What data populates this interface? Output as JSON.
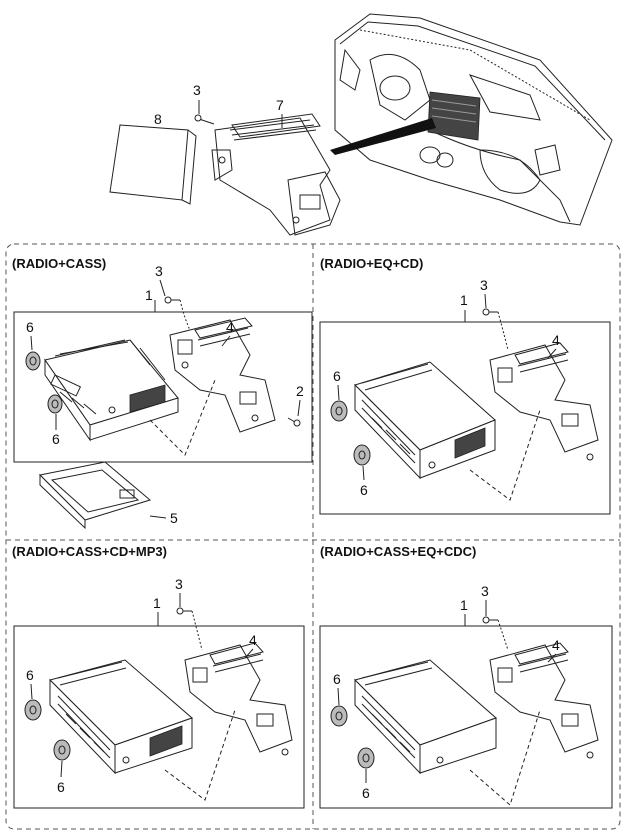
{
  "top": {
    "callouts": [
      "3",
      "7",
      "8"
    ]
  },
  "panels": [
    {
      "title": "(RADIO+CASS)",
      "callouts": [
        "1",
        "3",
        "4",
        "2",
        "6",
        "6",
        "5"
      ]
    },
    {
      "title": "(RADIO+EQ+CD)",
      "callouts": [
        "1",
        "3",
        "4",
        "6",
        "6"
      ]
    },
    {
      "title": "(RADIO+CASS+CD+MP3)",
      "callouts": [
        "1",
        "3",
        "4",
        "6",
        "6"
      ]
    },
    {
      "title": "(RADIO+CASS+EQ+CDC)",
      "callouts": [
        "1",
        "3",
        "4",
        "6",
        "6"
      ]
    }
  ],
  "colors": {
    "line": "#222222",
    "dashed_frame": "#555555",
    "background": "#ffffff"
  }
}
